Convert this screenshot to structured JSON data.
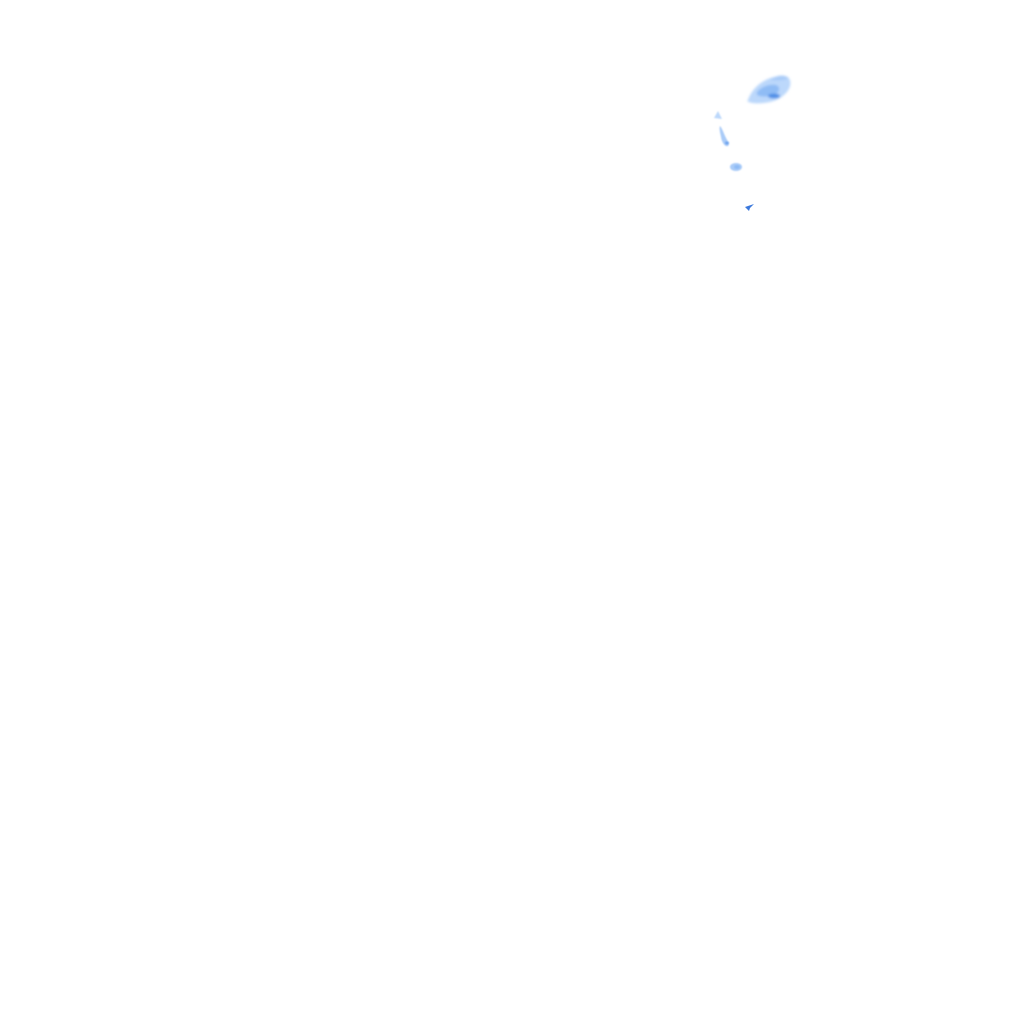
{
  "canvas": {
    "background": "#ffffff"
  },
  "colors": {
    "wash_light": "#bcd8fb",
    "wash_mid": "#8fbcf5",
    "wash_dark": "#4f8fe6",
    "wash_accent": "#3a78dc"
  },
  "marks": [
    {
      "name": "large-blue-splash"
    },
    {
      "name": "small-triangle-fleck"
    },
    {
      "name": "vertical-drip-stroke"
    },
    {
      "name": "round-droplet"
    },
    {
      "name": "tiny-arrow-fleck"
    }
  ]
}
